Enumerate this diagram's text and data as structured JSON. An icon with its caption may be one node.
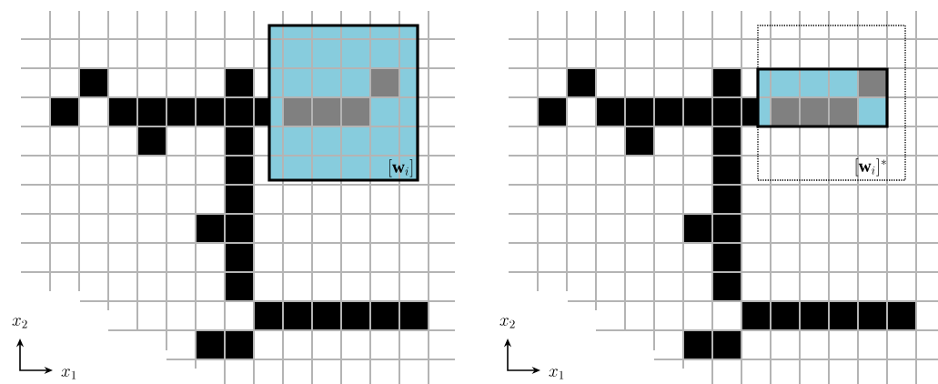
{
  "diagram": {
    "nodes": [
      {
        "text": [
          "[\\mathbf{w}_i]"
        ]
      },
      {
        "text": [
          "[\\mathbf{w}_i]^*"
        ]
      },
      {
        "text": [],
        "shape": "box",
        "in": 1
      }
    ],
    "labels": [
      "x_2",
      "x_1",
      "x_2",
      "x_1"
    ]
  }
}
